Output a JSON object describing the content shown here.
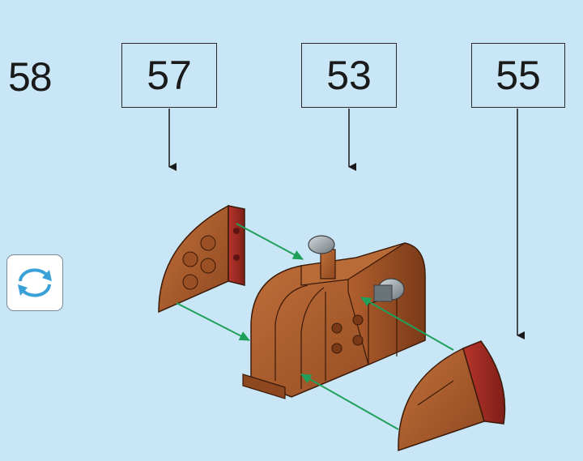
{
  "step": {
    "number": "58"
  },
  "sub_steps": [
    {
      "ref": "57"
    },
    {
      "ref": "53"
    },
    {
      "ref": "55"
    }
  ],
  "controls": {
    "rotate_icon": "rotate-model-icon"
  },
  "colors": {
    "background": "#c9e6f6",
    "brick_brown": "#a8582a",
    "brick_dark_red": "#9c2a22",
    "connector_arrow": "#1fa05a",
    "stud_grey": "#9aa3a8"
  }
}
